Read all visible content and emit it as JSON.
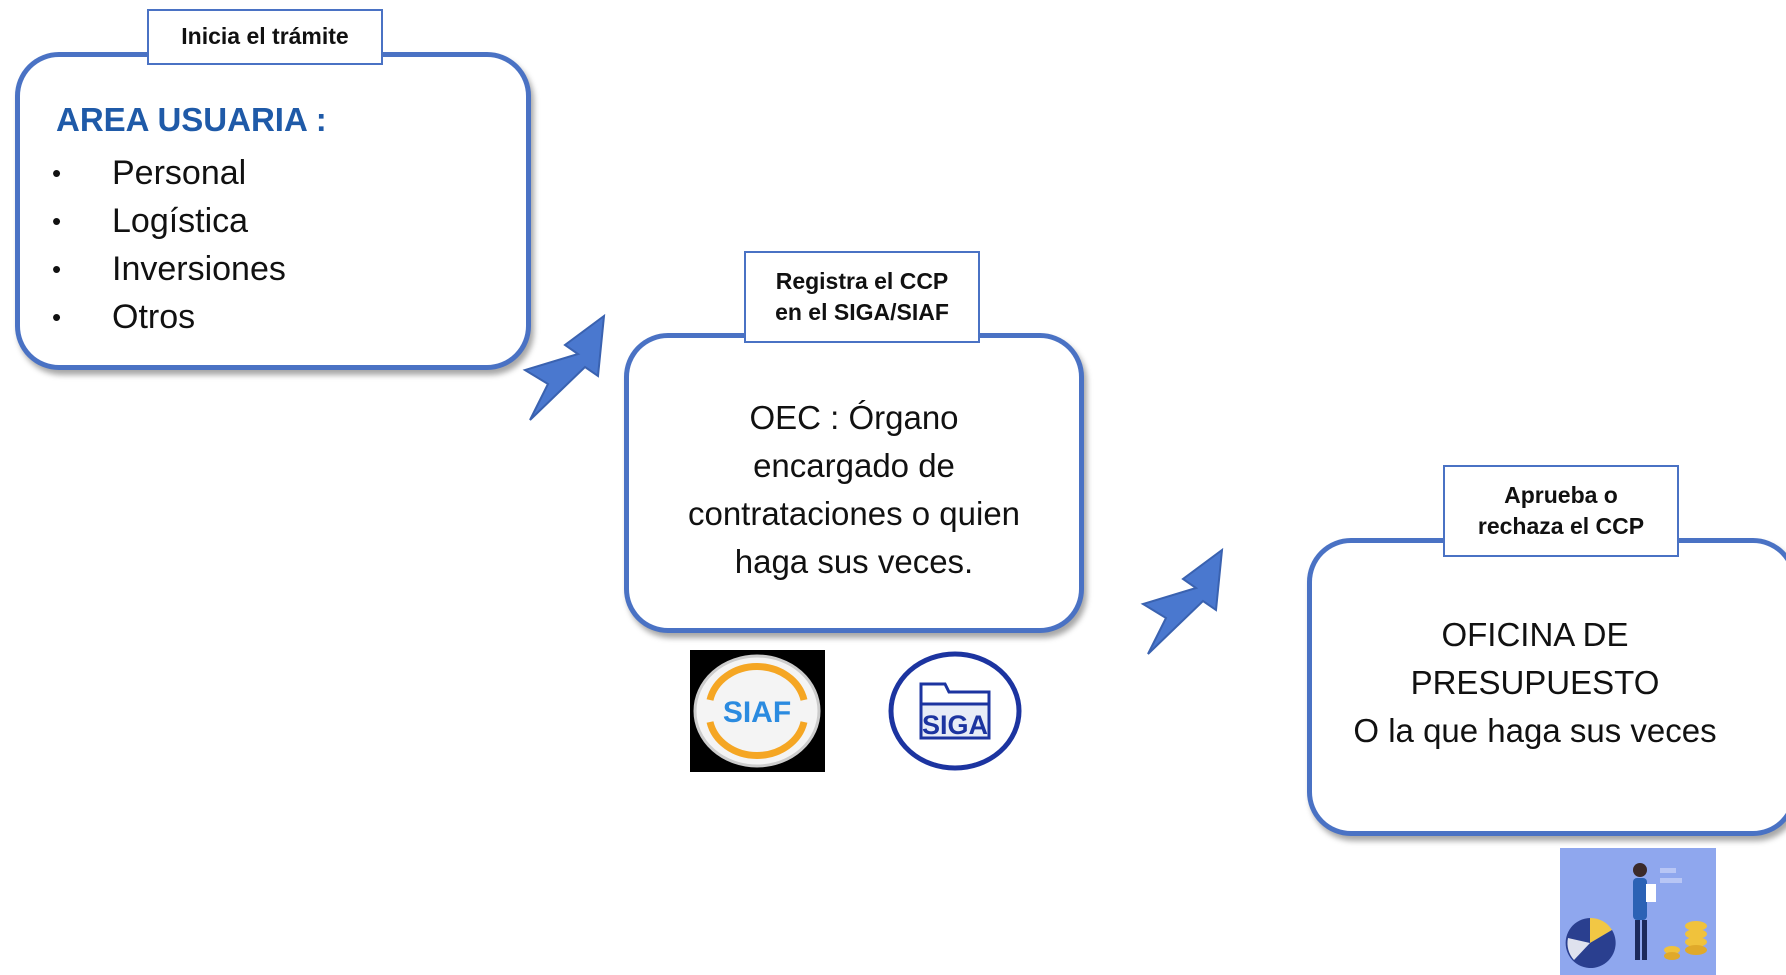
{
  "step1": {
    "tag": "Inicia el trámite",
    "title": "AREA USUARIA :",
    "items": [
      "Personal",
      "Logística",
      "Inversiones",
      "Otros"
    ]
  },
  "step2": {
    "tag_line1": "Registra el CCP",
    "tag_line2": "en el SIGA/SIAF",
    "body": [
      "OEC : Órgano",
      "encargado de",
      "contrataciones  o quien",
      "haga sus veces."
    ]
  },
  "step3": {
    "tag_line1": "Aprueba o",
    "tag_line2": "rechaza el CCP",
    "body": [
      "OFICINA DE",
      "PRESUPUESTO",
      "O la que haga sus veces"
    ]
  },
  "logos": {
    "siaf_label": "SIAF",
    "siga_label": "SIGA"
  },
  "colors": {
    "border": "#4a72c4",
    "arrow": "#4a78cf",
    "title": "#1f5aa8"
  }
}
